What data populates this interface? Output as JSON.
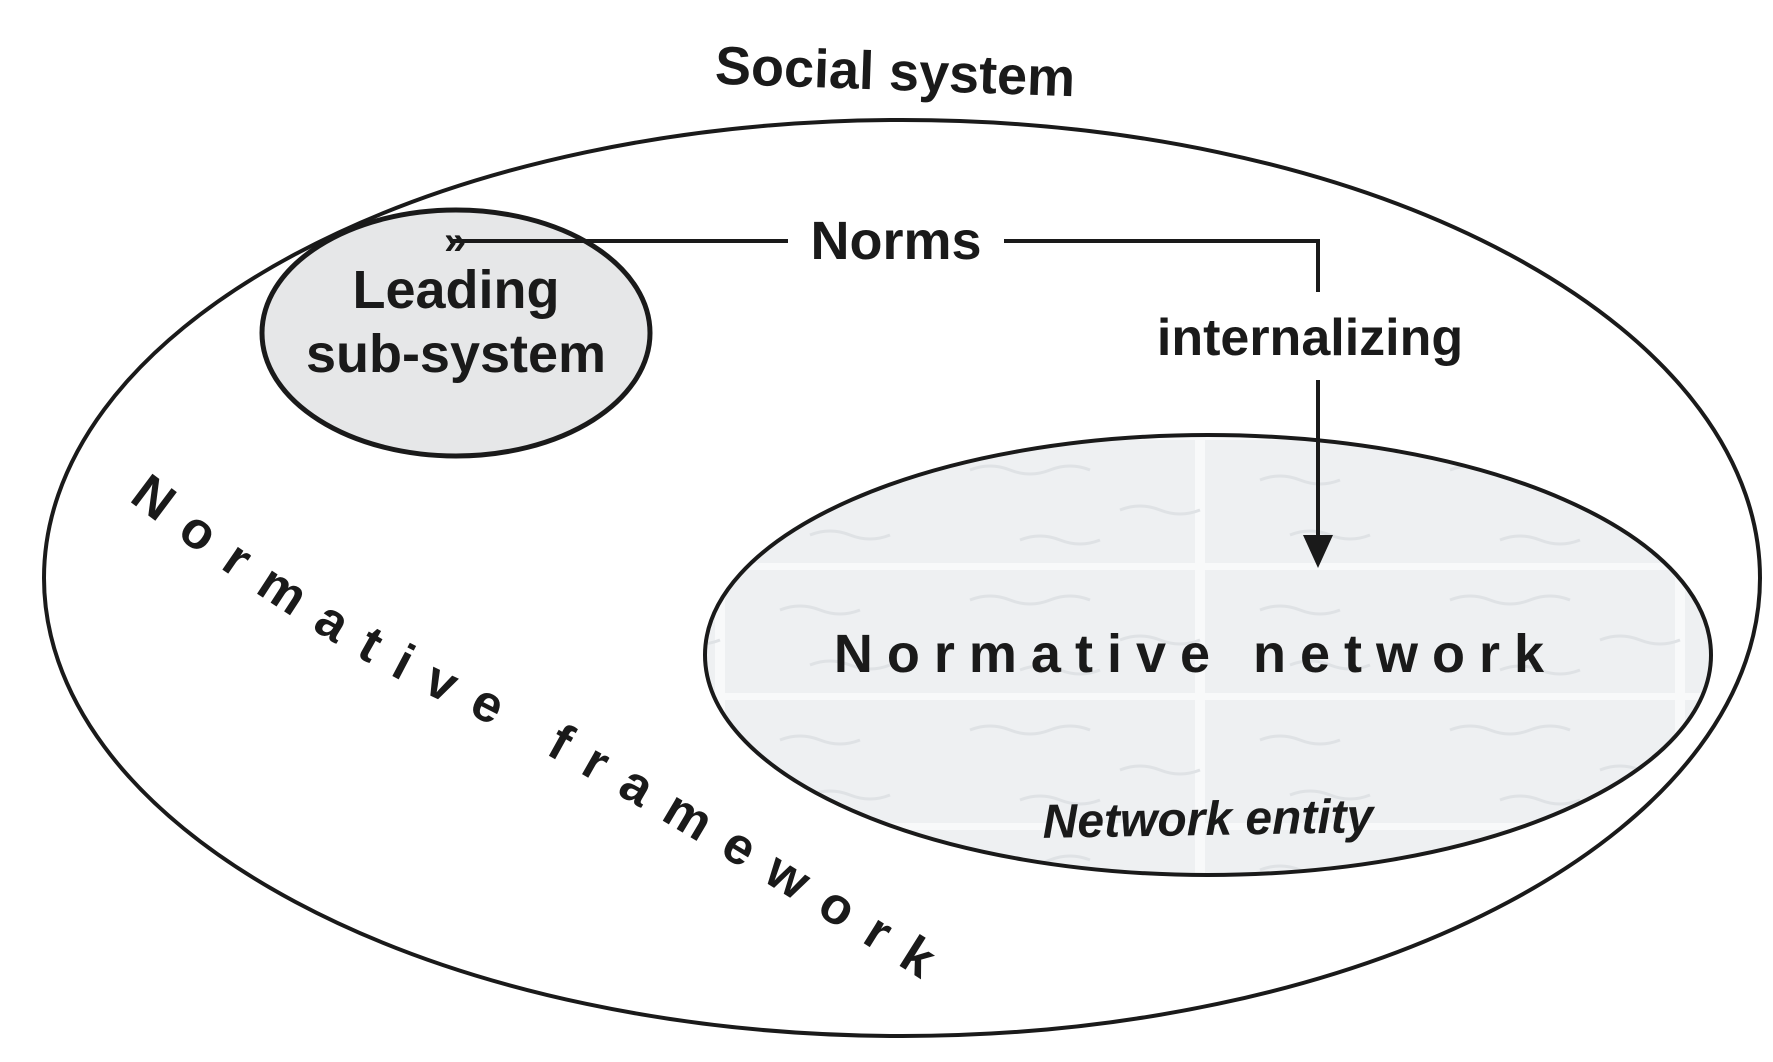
{
  "diagram": {
    "outer_label": "Social system",
    "sub_system_label_line1": "Leading",
    "sub_system_label_line2": "sub-system",
    "norms_label": "Norms",
    "internalizing_label": "internalizing",
    "network_label": "Normative network",
    "entity_label": "Network entity",
    "framework_label": "Normative framework"
  },
  "colors": {
    "stroke": "#1a1a1a",
    "subsystem_fill": "#e6e7e8",
    "network_fill": "#eef0f2",
    "network_texture": "#dfe2e5"
  }
}
